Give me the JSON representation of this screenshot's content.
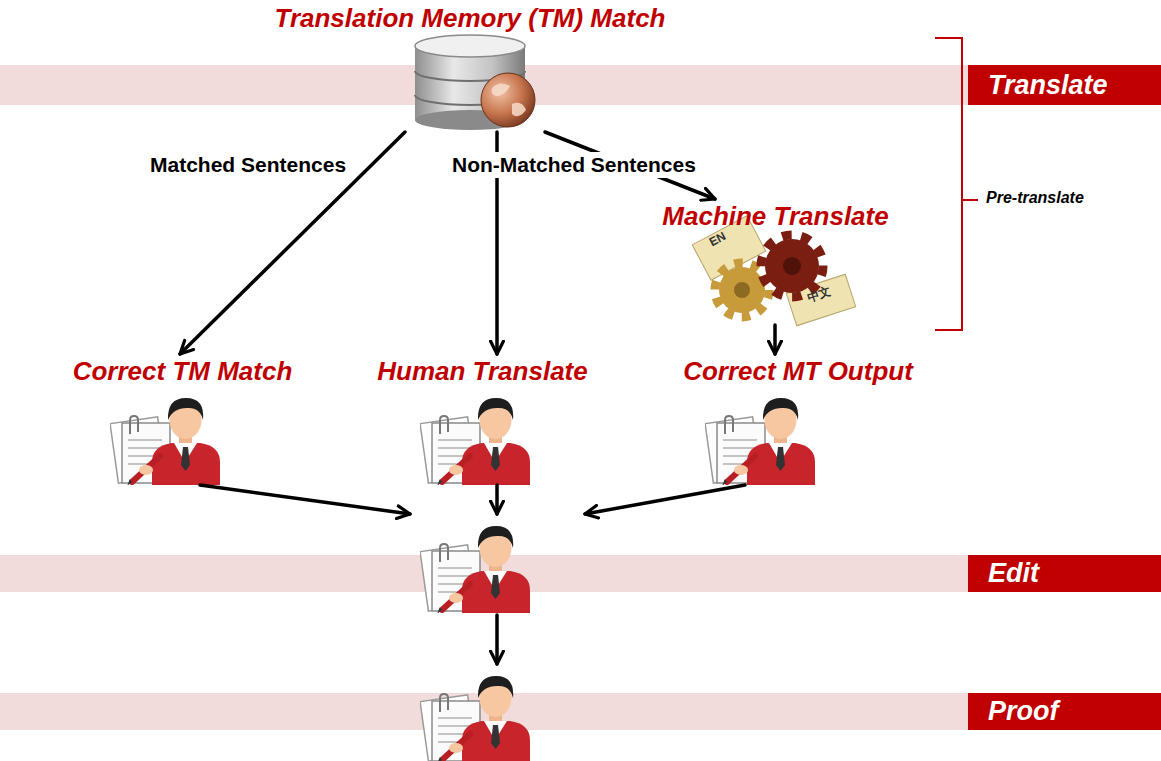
{
  "diagram": {
    "nodes": [
      {
        "text": [
          "Translation Memory (TM) Match"
        ]
      },
      {
        "text": [
          "Translate"
        ]
      },
      {
        "text": [
          "Machine Translate"
        ]
      },
      {
        "text": [
          "Correct TM Match"
        ]
      },
      {
        "text": [
          "Human Translate"
        ]
      },
      {
        "text": [
          "Correct MT Output"
        ]
      },
      {
        "text": [
          "Edit"
        ]
      },
      {
        "text": [
          "Proof"
        ]
      }
    ],
    "edges": [
      {
        "from": 0,
        "to": 3,
        "label": "Matched Sentences",
        "arrow": "to"
      },
      {
        "from": 0,
        "to": 4,
        "label": "Non-Matched Sentences",
        "arrow": "to"
      },
      {
        "from": 0,
        "to": 2,
        "arrow": "to"
      },
      {
        "from": 2,
        "to": 5,
        "arrow": "to"
      },
      {
        "from": 3,
        "to": 6,
        "arrow": "to"
      },
      {
        "from": 4,
        "to": 6,
        "arrow": "to"
      },
      {
        "from": 5,
        "to": 6,
        "arrow": "to"
      },
      {
        "from": 6,
        "to": 7,
        "arrow": "to"
      }
    ],
    "labels": [
      "Pre-translate",
      "EN",
      "中文"
    ]
  }
}
